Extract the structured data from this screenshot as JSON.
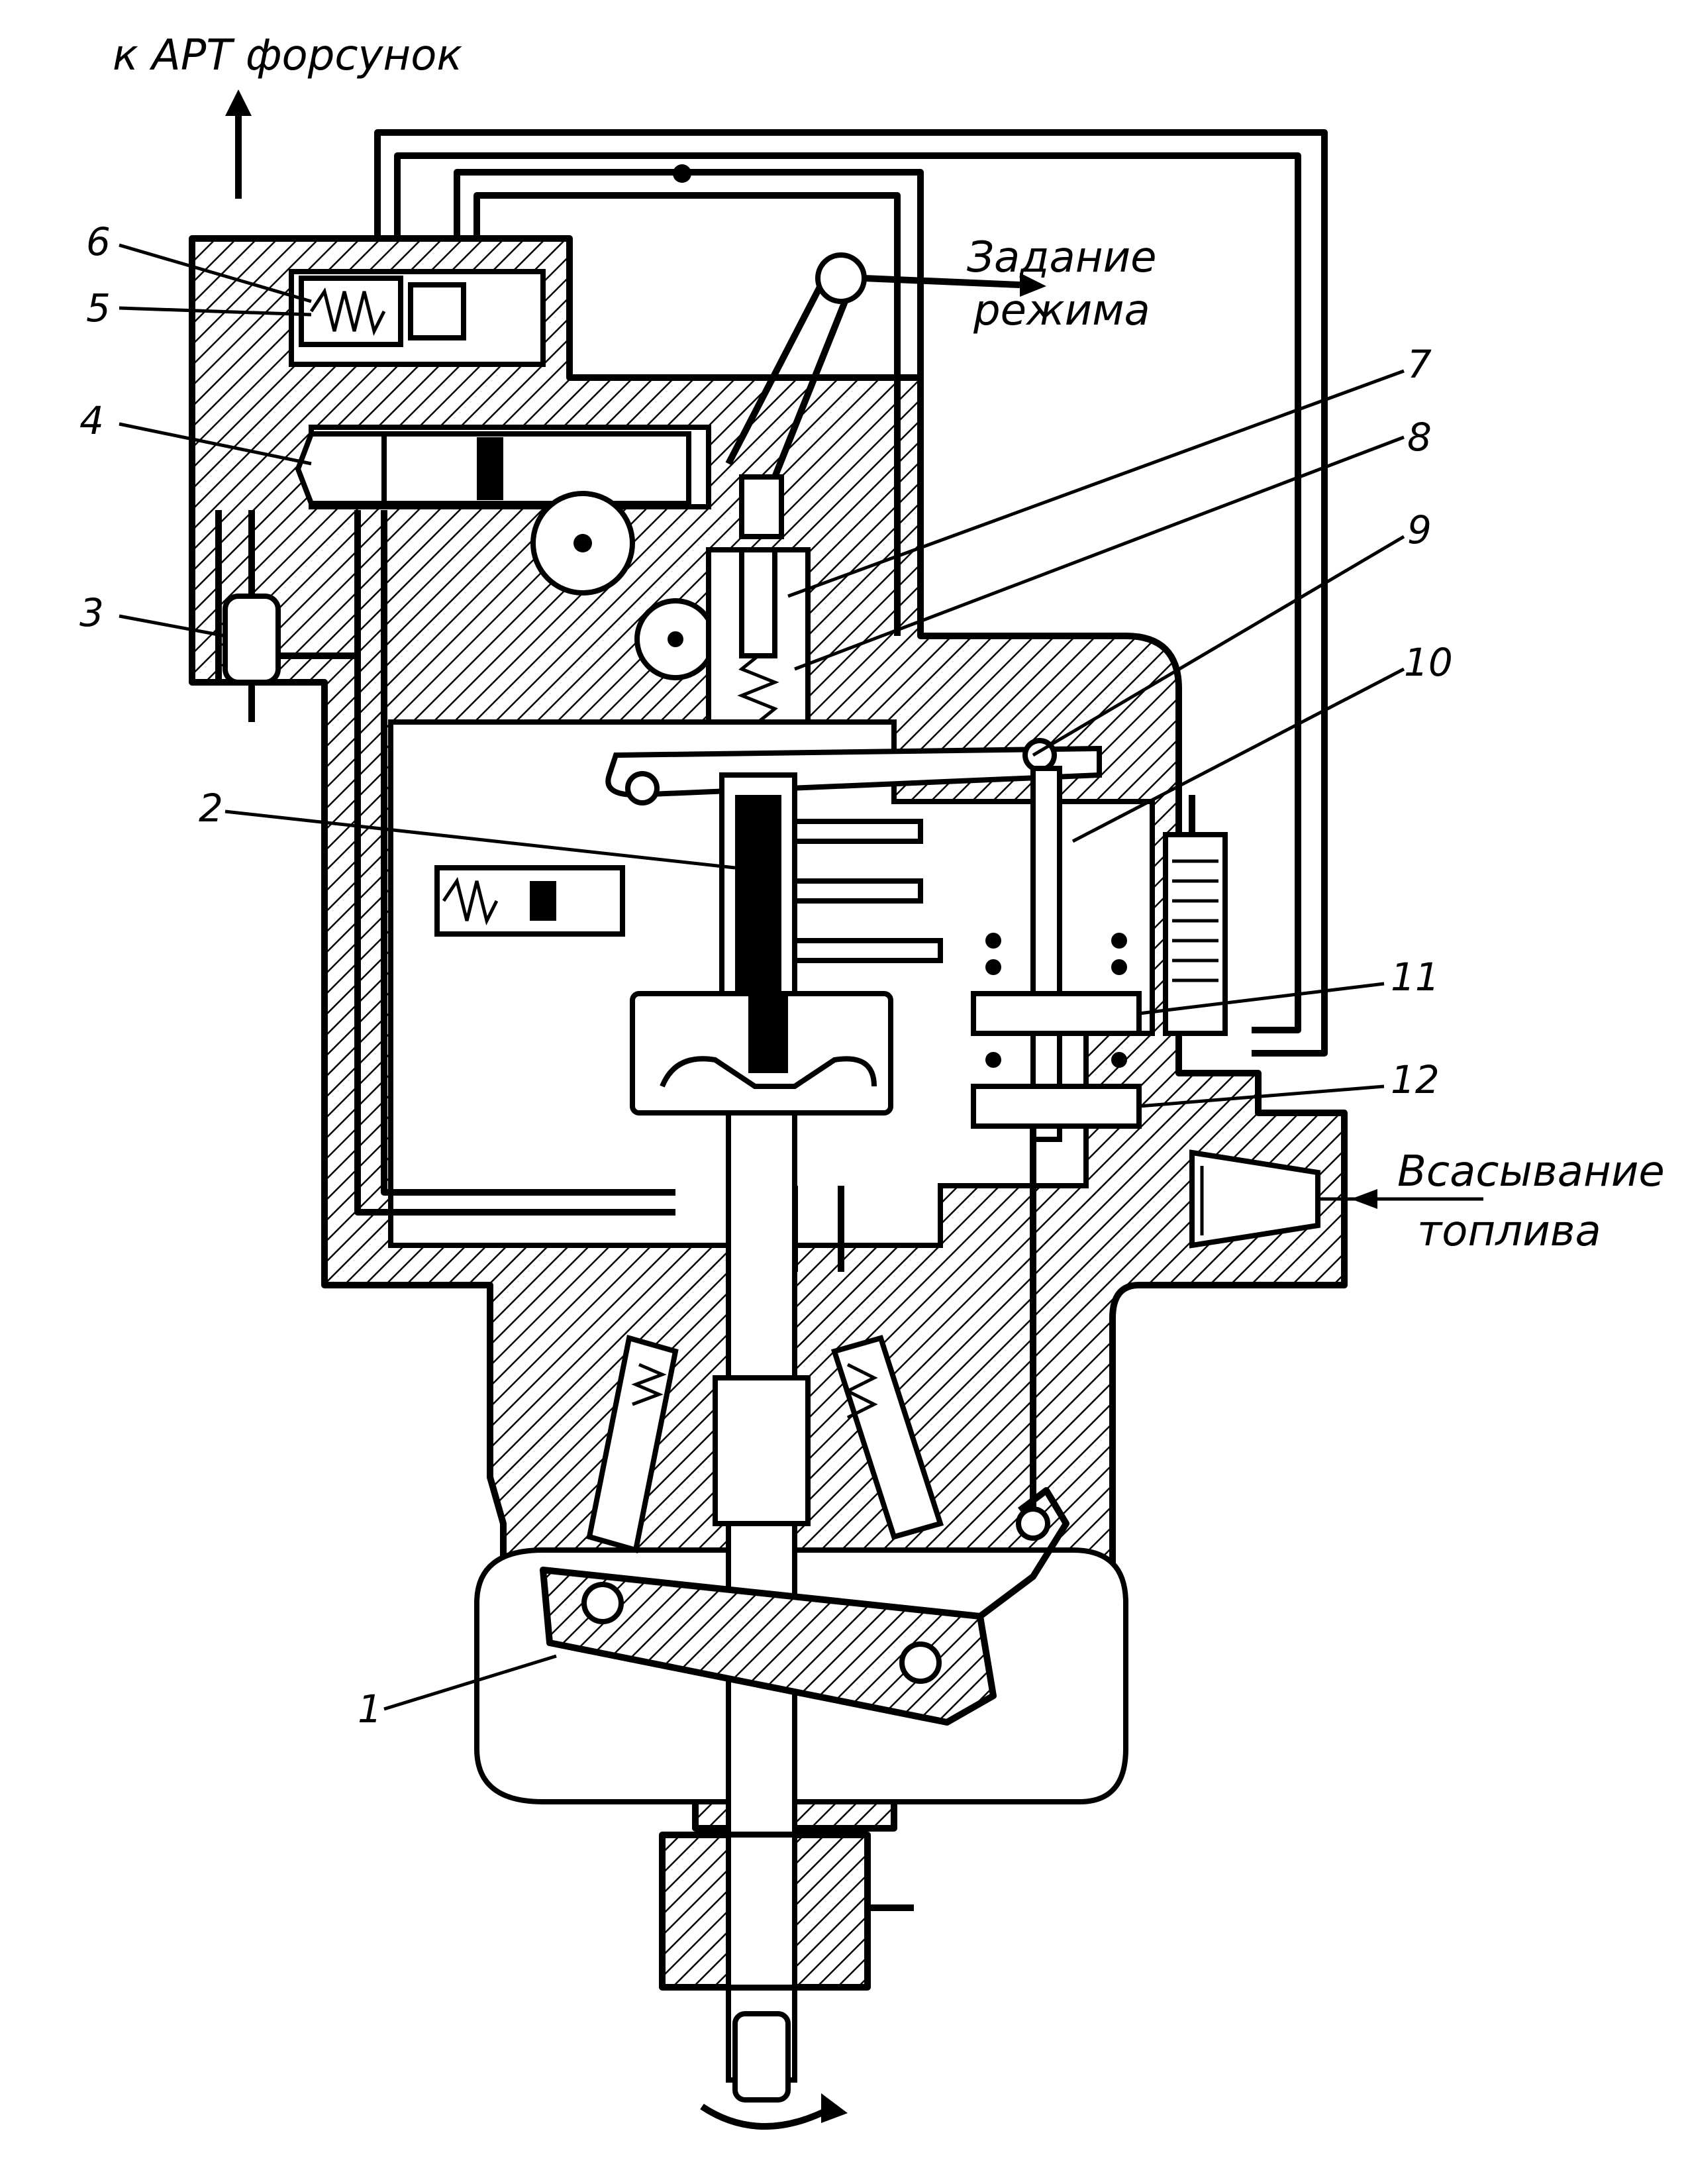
{
  "labels": {
    "to_injectors": "к  АРТ  форсунок",
    "mode_setting_line1": "Задание",
    "mode_setting_line2": "режима",
    "fuel_intake_line1": "Всасывание",
    "fuel_intake_line2": "топлива"
  },
  "callouts": [
    "1",
    "2",
    "3",
    "4",
    "5",
    "6",
    "7",
    "8",
    "9",
    "10",
    "11",
    "12"
  ],
  "colors": {
    "ink": "#000000",
    "paper": "#ffffff"
  }
}
